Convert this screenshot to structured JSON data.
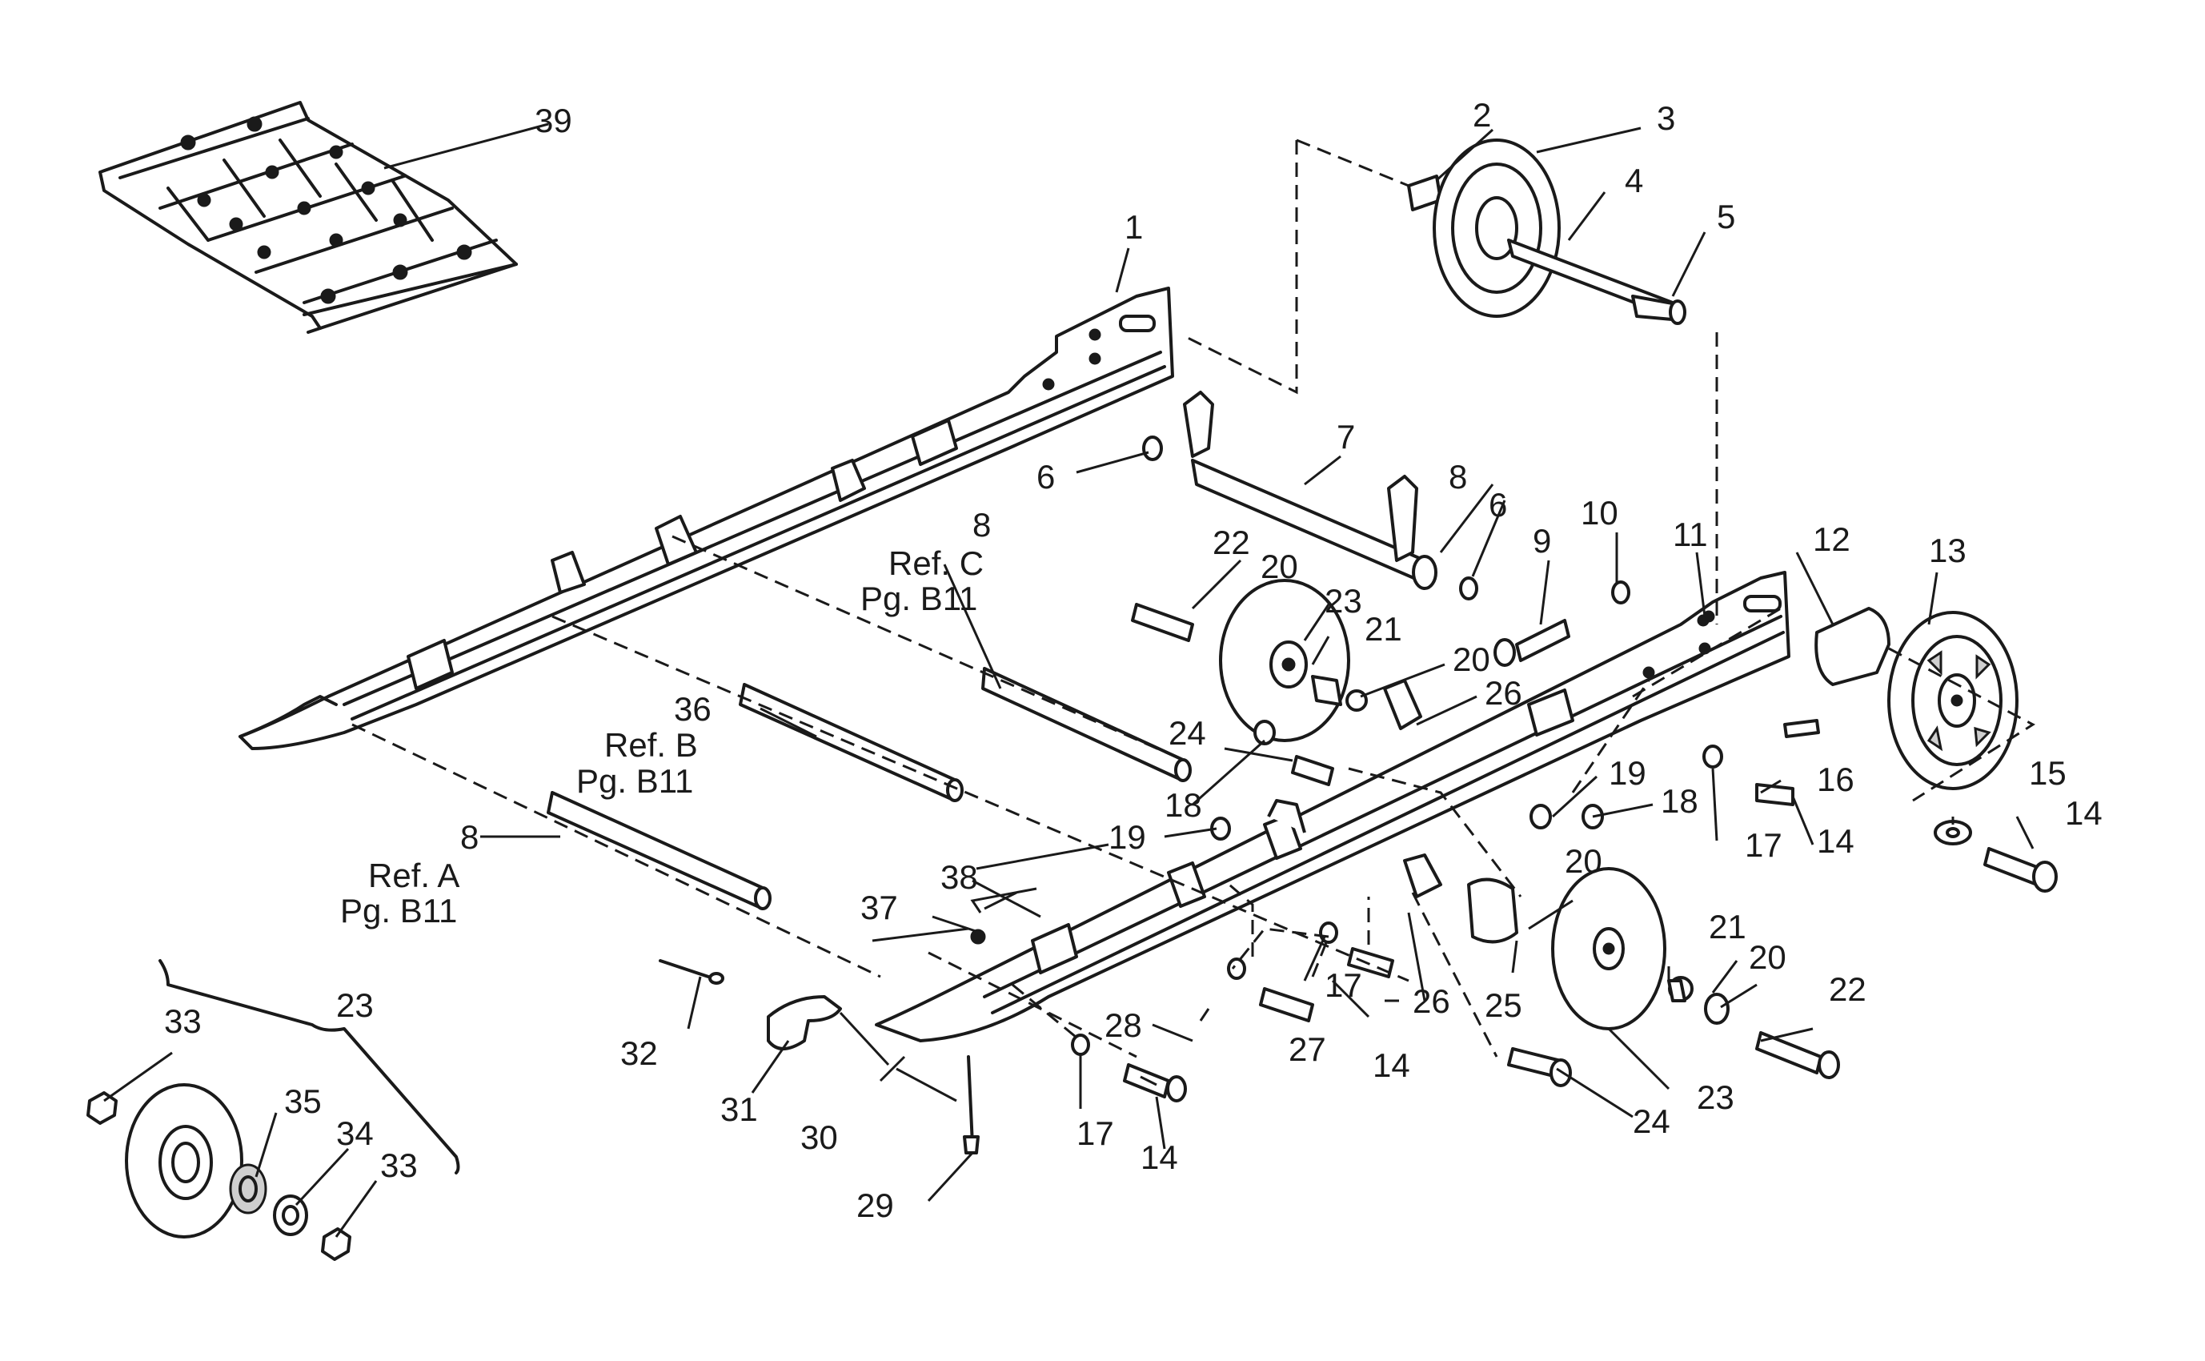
{
  "callouts": [
    {
      "id": "c1",
      "text": "1"
    },
    {
      "id": "c2",
      "text": "2"
    },
    {
      "id": "c3",
      "text": "3"
    },
    {
      "id": "c4",
      "text": "4"
    },
    {
      "id": "c5",
      "text": "5"
    },
    {
      "id": "c6a",
      "text": "6"
    },
    {
      "id": "c6b",
      "text": "6"
    },
    {
      "id": "c7",
      "text": "7"
    },
    {
      "id": "c8a",
      "text": "8"
    },
    {
      "id": "c8b",
      "text": "8"
    },
    {
      "id": "c8c",
      "text": "8"
    },
    {
      "id": "c9",
      "text": "9"
    },
    {
      "id": "c10",
      "text": "10"
    },
    {
      "id": "c11",
      "text": "11"
    },
    {
      "id": "c12",
      "text": "12"
    },
    {
      "id": "c13",
      "text": "13"
    },
    {
      "id": "c14a",
      "text": "14"
    },
    {
      "id": "c14b",
      "text": "14"
    },
    {
      "id": "c14c",
      "text": "14"
    },
    {
      "id": "c14d",
      "text": "14"
    },
    {
      "id": "c15",
      "text": "15"
    },
    {
      "id": "c16",
      "text": "16"
    },
    {
      "id": "c17a",
      "text": "17"
    },
    {
      "id": "c17b",
      "text": "17"
    },
    {
      "id": "c17c",
      "text": "17"
    },
    {
      "id": "c18a",
      "text": "18"
    },
    {
      "id": "c18b",
      "text": "18"
    },
    {
      "id": "c19a",
      "text": "19"
    },
    {
      "id": "c19b",
      "text": "19"
    },
    {
      "id": "c20a",
      "text": "20"
    },
    {
      "id": "c20b",
      "text": "20"
    },
    {
      "id": "c20c",
      "text": "20"
    },
    {
      "id": "c20d",
      "text": "20"
    },
    {
      "id": "c21a",
      "text": "21"
    },
    {
      "id": "c21b",
      "text": "21"
    },
    {
      "id": "c22a",
      "text": "22"
    },
    {
      "id": "c22b",
      "text": "22"
    },
    {
      "id": "c23a",
      "text": "23"
    },
    {
      "id": "c23b",
      "text": "23"
    },
    {
      "id": "c23c",
      "text": "23"
    },
    {
      "id": "c24a",
      "text": "24"
    },
    {
      "id": "c24b",
      "text": "24"
    },
    {
      "id": "c25",
      "text": "25"
    },
    {
      "id": "c26a",
      "text": "26"
    },
    {
      "id": "c26b",
      "text": "26"
    },
    {
      "id": "c27",
      "text": "27"
    },
    {
      "id": "c28",
      "text": "28"
    },
    {
      "id": "c29",
      "text": "29"
    },
    {
      "id": "c30",
      "text": "30"
    },
    {
      "id": "c31",
      "text": "31"
    },
    {
      "id": "c32",
      "text": "32"
    },
    {
      "id": "c33a",
      "text": "33"
    },
    {
      "id": "c33b",
      "text": "33"
    },
    {
      "id": "c34",
      "text": "34"
    },
    {
      "id": "c35",
      "text": "35"
    },
    {
      "id": "c36",
      "text": "36"
    },
    {
      "id": "c37",
      "text": "37"
    },
    {
      "id": "c38",
      "text": "38"
    },
    {
      "id": "c39",
      "text": "39"
    }
  ],
  "references": {
    "ref_c": {
      "line1": "Ref. C",
      "line2": "Pg. B11"
    },
    "ref_b": {
      "line1": "Ref. B",
      "line2": "Pg. B11"
    },
    "ref_a": {
      "line1": "Ref. A",
      "line2": "Pg. B11"
    }
  }
}
